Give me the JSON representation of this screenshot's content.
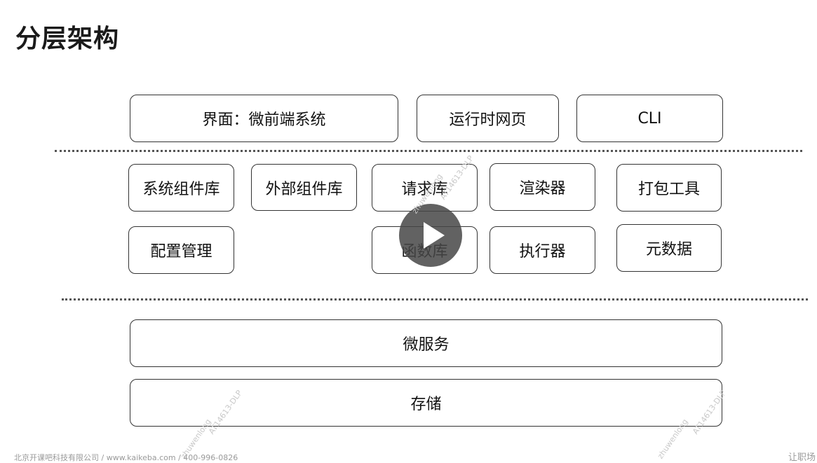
{
  "page_title": "分层架构",
  "layer_top": {
    "ui_box": "界面：微前端系统",
    "runtime_box": "运行时网页",
    "cli_box": "CLI"
  },
  "layer_middle": {
    "row1": [
      "系统组件库",
      "外部组件库",
      "请求库",
      "渲染器",
      "打包工具"
    ],
    "row2": [
      "配置管理",
      "函数库",
      "执行器",
      "元数据"
    ]
  },
  "layer_bottom": {
    "microservice_box": "微服务",
    "storage_box": "存储"
  },
  "video": {
    "play_icon": "play-icon"
  },
  "watermarks": [
    "zhuwenlong",
    "AT14613-DLP"
  ],
  "footer": {
    "company": "北京开课吧科技有限公司 / www.kaikeba.com / 400-996-0826",
    "brand": "让职场"
  }
}
